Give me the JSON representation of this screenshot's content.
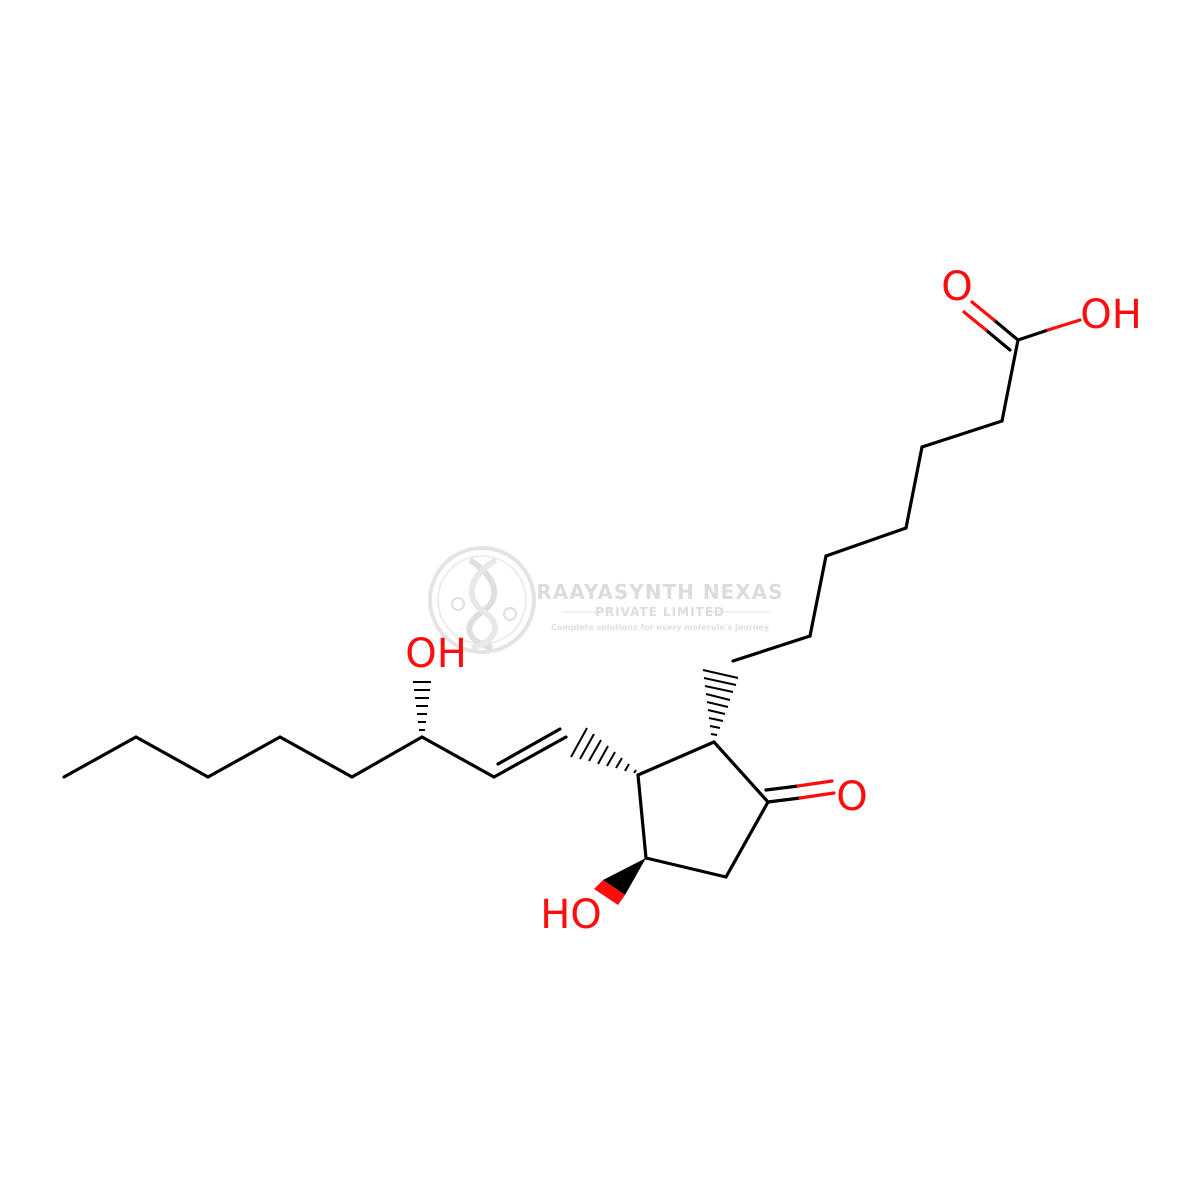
{
  "colors": {
    "bond": "#000000",
    "oxygen": "#ff0d0d",
    "watermark": "#d9d9d9"
  },
  "atom_labels": {
    "carbonyl_acid_o": "O",
    "acid_oh": "OH",
    "side_chain_oh": "OH",
    "ring_ketone_o": "O",
    "ring_ho": "HO"
  },
  "watermark": {
    "company": "RAAYASYNTH NEXAS",
    "subtitle": "PRIVATE LIMITED",
    "tagline": "Complete solutions for every molecule's journey",
    "icon": "dna-helix-logo-icon"
  }
}
